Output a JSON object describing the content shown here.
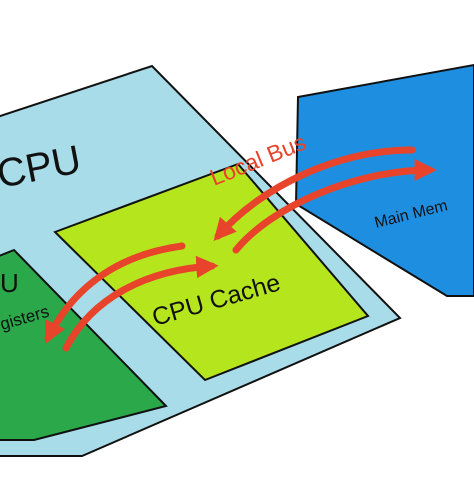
{
  "diagram": {
    "cpu": {
      "label": "CPU",
      "color": "#a8dce9"
    },
    "registers": {
      "title": "U",
      "subtitle": "gisters",
      "color": "#2aa84a"
    },
    "cache": {
      "label": "CPU Cache",
      "color": "#b5e61d"
    },
    "main_memory": {
      "label": "Main Mem",
      "color": "#1e8fe0"
    },
    "bus": {
      "label": "Local Bus",
      "color": "#e8442c"
    },
    "arrow_color": "#e8442c",
    "outline_color": "#111111"
  }
}
